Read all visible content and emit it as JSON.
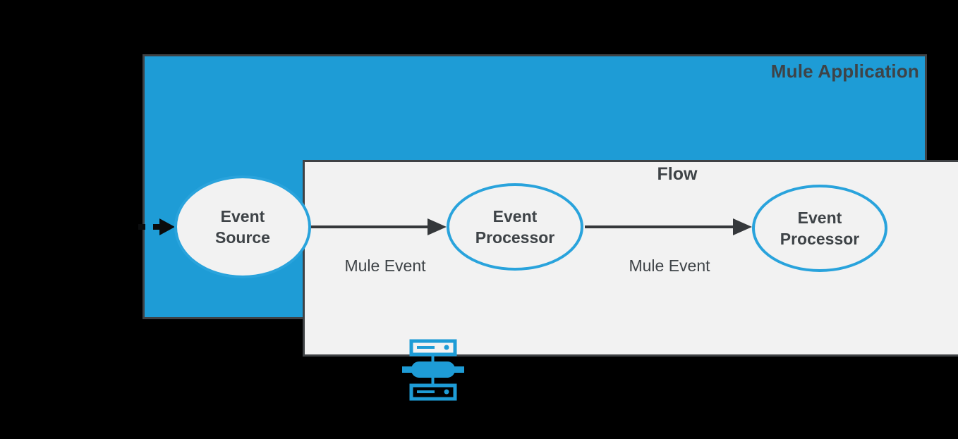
{
  "colors": {
    "background": "#000000",
    "box_blue": "#1E9CD6",
    "panel_gray": "#F2F2F2",
    "border_dark": "#3F4245",
    "text_dark": "#3E4347",
    "ellipse_stroke": "#29A3DC",
    "arrow": "#35383B",
    "icon_blue": "#1E9CD6"
  },
  "diagram": {
    "app_label": "Mule Application",
    "flow_label": "Flow",
    "nodes": [
      {
        "label": "Event\nSource"
      },
      {
        "label": "Event\nProcessor"
      },
      {
        "label": "Event\nProcessor"
      }
    ],
    "edges": [
      {
        "label": "Mule Event"
      },
      {
        "label": "Mule Event"
      }
    ],
    "icons": [
      {
        "name": "mule-runtime-server-icon"
      }
    ]
  }
}
